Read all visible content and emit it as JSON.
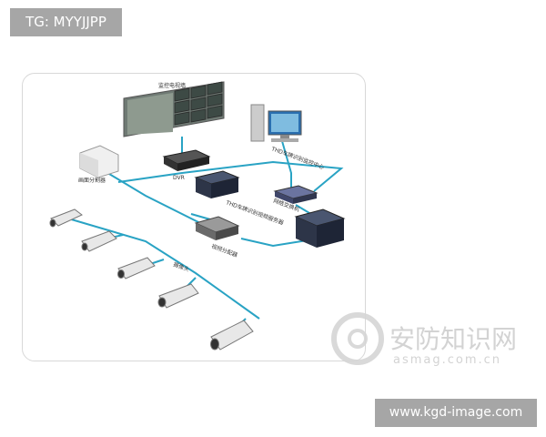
{
  "overlay": {
    "top_tag": "TG: MYYJJPP",
    "bottom_tag": "www.kgd-image.com"
  },
  "watermark": {
    "cn": "安防知识网",
    "en": "asmag.com.cn"
  },
  "labels": {
    "video_wall": "监控电视墙",
    "encoder": "画面分割器",
    "dvr": "DVR",
    "recognition_center": "THD车牌识别监控中心",
    "network_switch": "网络交换机",
    "recognition_server": "THD车牌识别视频服务器",
    "video_distributor": "视频分配器",
    "camera": "摄像头"
  },
  "colors": {
    "link": "#29a3c4",
    "tag_bg": "#a6a6a6"
  }
}
